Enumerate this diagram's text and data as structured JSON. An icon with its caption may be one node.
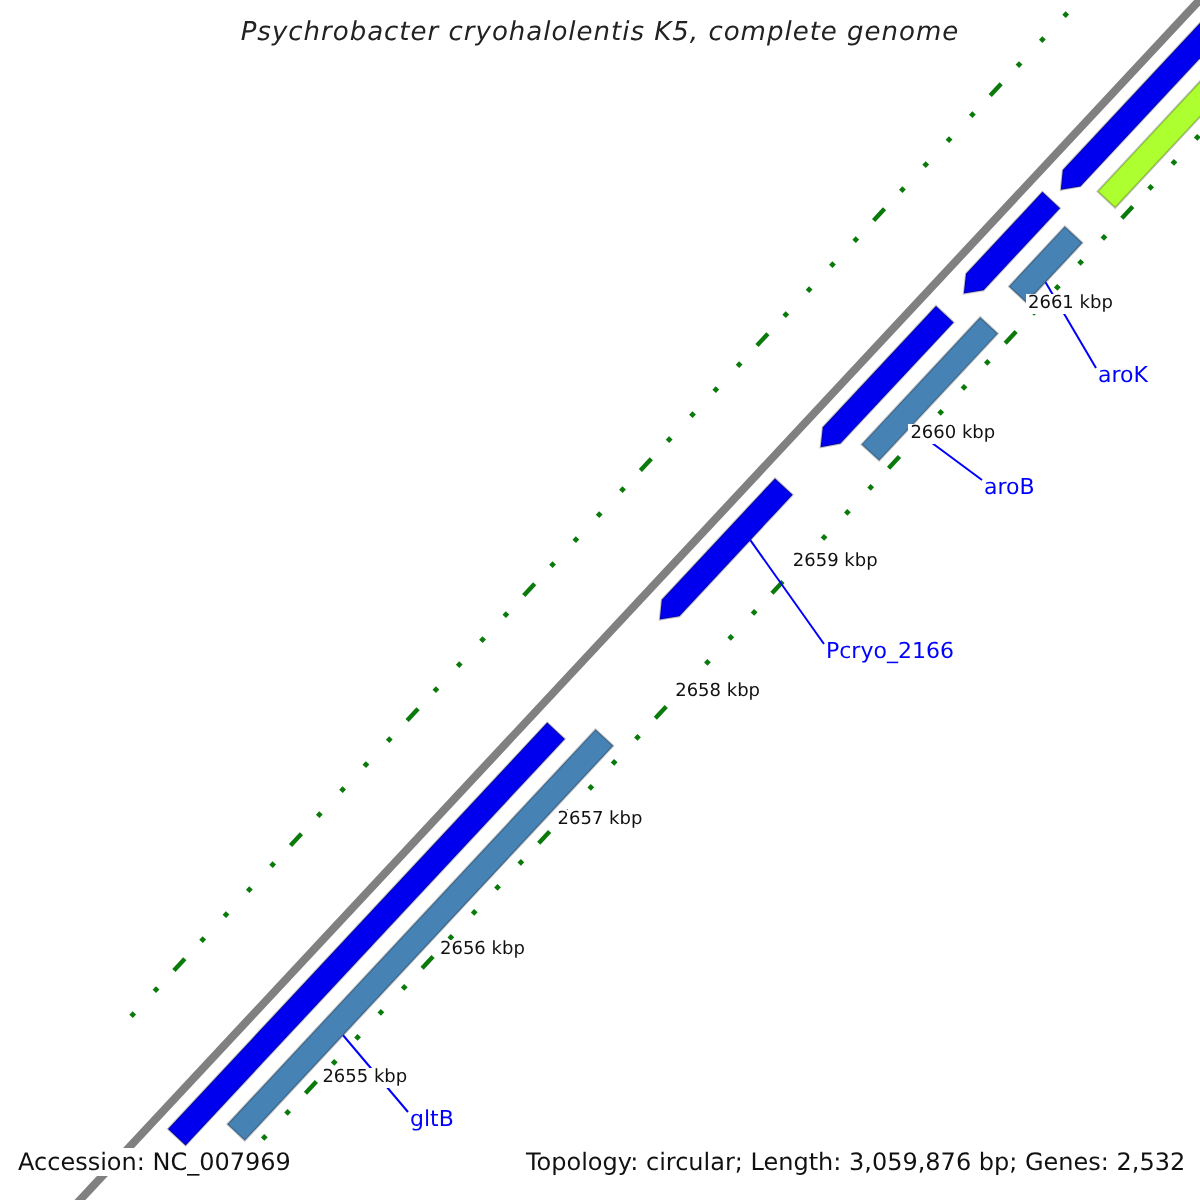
{
  "diagram": {
    "title": "Psychrobacter cryohalolentis K5, complete genome",
    "nodes": [
      {
        "text": [],
        "shape": "arrow"
      },
      {
        "text": [],
        "shape": "bar"
      },
      {
        "text": [],
        "shape": "arrow"
      },
      {
        "text": [],
        "shape": "bar"
      },
      {
        "text": [
          "aroK"
        ]
      },
      {
        "text": [],
        "shape": "arrow"
      },
      {
        "text": [],
        "shape": "bar"
      },
      {
        "text": [
          "aroB"
        ]
      },
      {
        "text": [],
        "shape": "arrow"
      },
      {
        "text": [
          "Pcryo_2166"
        ]
      },
      {
        "text": [],
        "shape": "bar"
      },
      {
        "text": [],
        "shape": "bar"
      },
      {
        "text": [
          "gltB"
        ]
      }
    ],
    "edges": [
      {
        "from": 4,
        "to": 3,
        "arrow": "none"
      },
      {
        "from": 7,
        "to": 6,
        "arrow": "none"
      },
      {
        "from": 9,
        "to": 8,
        "arrow": "none"
      },
      {
        "from": 12,
        "to": 11,
        "arrow": "none"
      }
    ],
    "labels": [
      "2661 kbp",
      "2660 kbp",
      "2659 kbp",
      "2658 kbp",
      "2657 kbp",
      "2656 kbp",
      "2655 kbp",
      "Accession: NC_007969",
      "Topology: circular; Length: 3,059,876 bp; Genes: 2,532"
    ]
  }
}
